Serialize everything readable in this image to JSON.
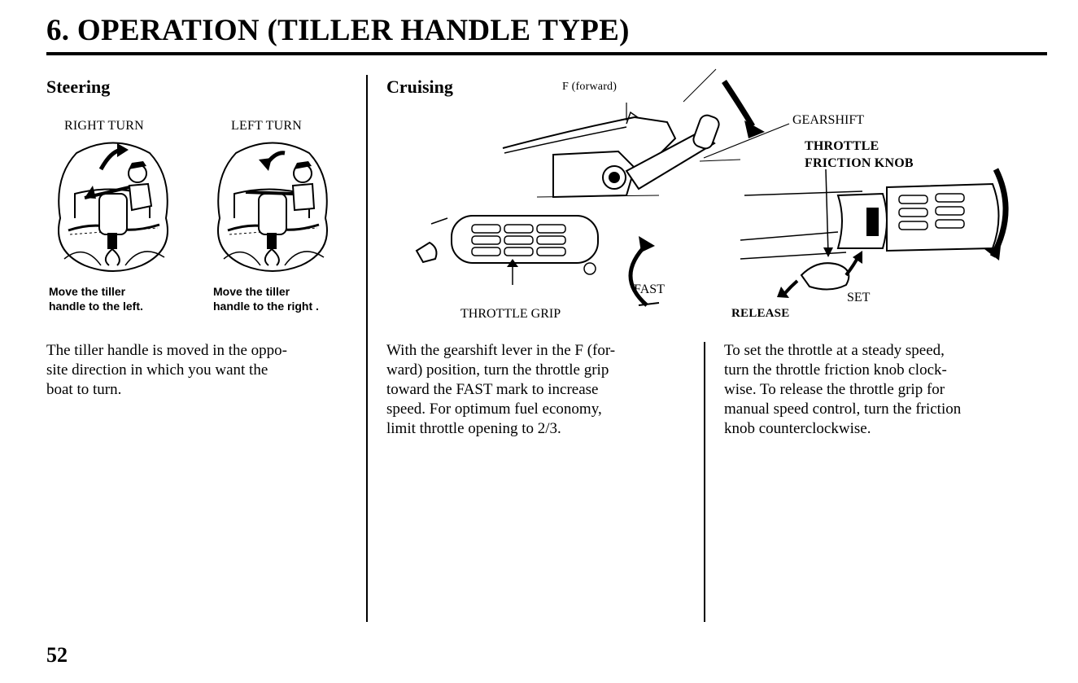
{
  "page": {
    "title": "6. OPERATION (TILLER HANDLE TYPE)",
    "page_number": "52"
  },
  "steering": {
    "heading": "Steering",
    "right_turn_label": "RIGHT TURN",
    "left_turn_label": "LEFT TURN",
    "right_caption": [
      "Move the tiller",
      "handle to the left."
    ],
    "left_caption": [
      "Move the tiller",
      "handle to the right ."
    ],
    "body": "The tiller handle is moved in the opposite direction in which you want the boat to turn.",
    "body_lines": [
      "The tiller handle is moved in the oppo-",
      "site direction in which you want the",
      "boat to turn."
    ]
  },
  "cruising": {
    "heading": "Cruising",
    "forward_label": "F (forward)",
    "throttle_grip_label": "THROTTLE GRIP",
    "fast_label": "FAST",
    "gearshift_label": "GEARSHIFT",
    "friction_knob_label": [
      "THROTTLE",
      "FRICTION KNOB"
    ],
    "set_label": "SET",
    "release_label": "RELEASE",
    "body_lines": [
      "With the gearshift lever in the F (for-",
      "ward) position, turn the throttle grip",
      "toward the FAST mark to increase",
      "speed.  For optimum fuel economy,",
      "limit throttle opening to 2/3."
    ]
  },
  "friction": {
    "body_lines": [
      "To set the throttle at a steady speed,",
      "turn the throttle friction knob clock-",
      "wise.  To release the throttle grip for",
      "manual speed control, turn the friction",
      "knob counterclockwise."
    ]
  }
}
